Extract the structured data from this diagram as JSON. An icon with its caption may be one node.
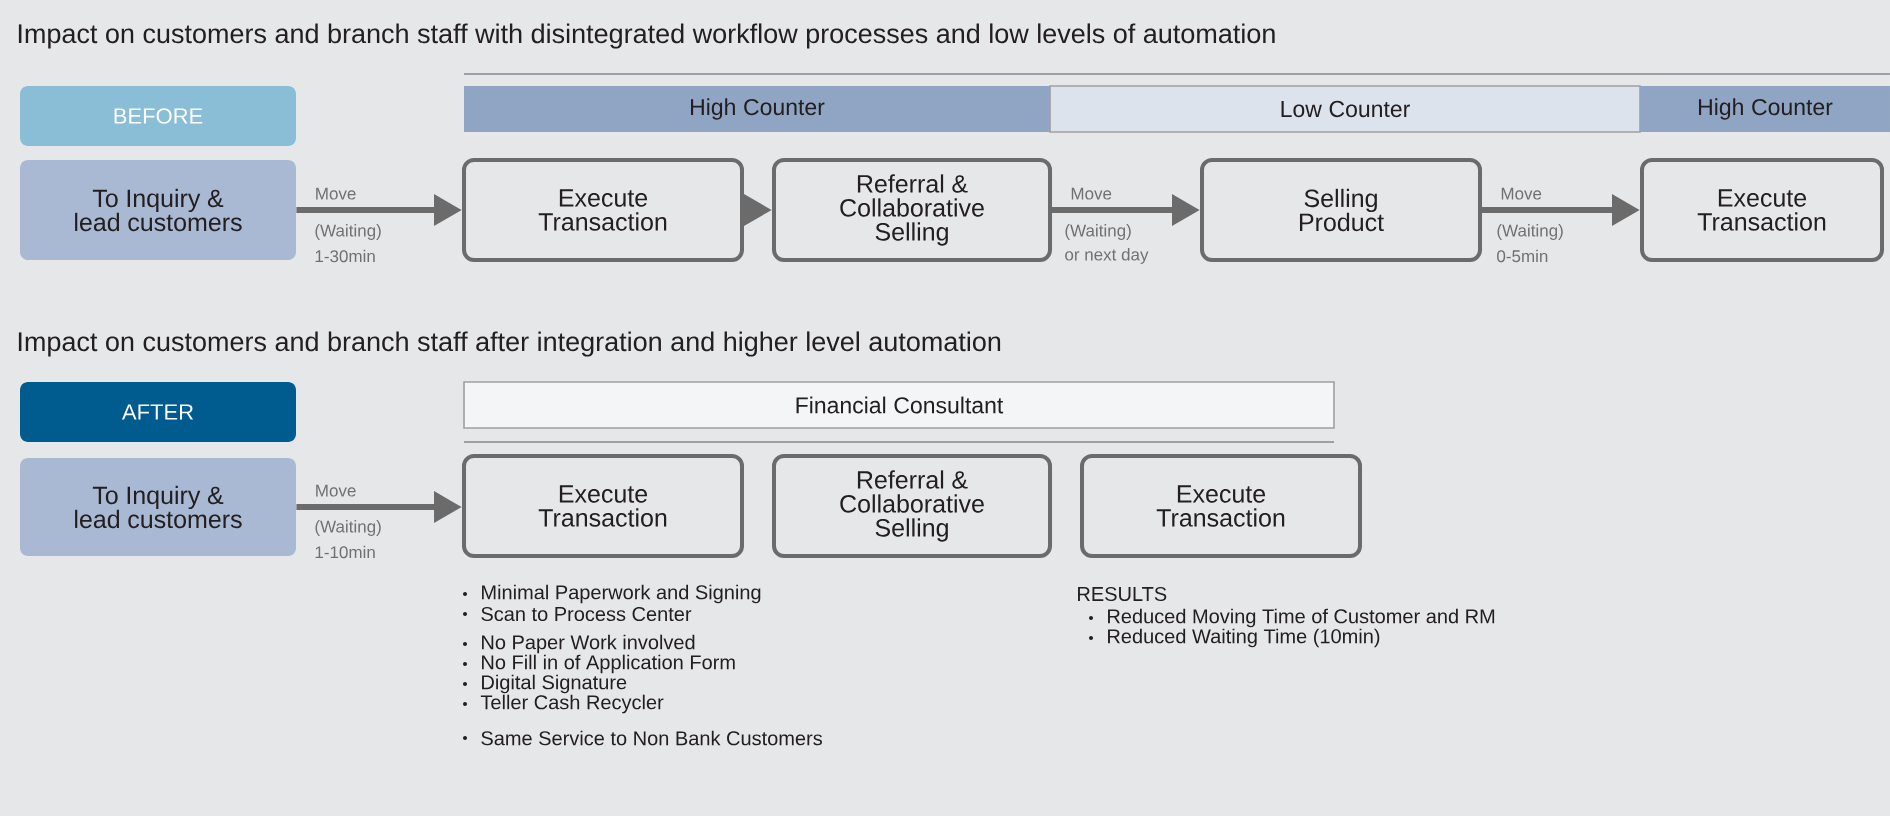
{
  "diagram": {
    "nodes": [
      {
        "text": [
          "BEFORE"
        ]
      },
      {
        "text": [
          "To Inquiry & lead customers"
        ]
      },
      {
        "text": [
          "High Counter"
        ]
      },
      {
        "text": [
          "Low Counter"
        ]
      },
      {
        "text": [
          "High Counter"
        ]
      },
      {
        "text": [
          "Execute Transaction"
        ]
      },
      {
        "text": [
          "Referral & Collaborative Selling"
        ]
      },
      {
        "text": [
          "Selling Product"
        ]
      },
      {
        "text": [
          "Execute Transaction"
        ]
      },
      {
        "text": [
          "AFTER"
        ]
      },
      {
        "text": [
          "To Inquiry & lead customers"
        ]
      },
      {
        "text": [
          "Financial Consultant"
        ]
      },
      {
        "text": [
          "Execute Transaction"
        ]
      },
      {
        "text": [
          "Referral & Collaborative Selling"
        ]
      },
      {
        "text": [
          "Execute Transaction"
        ]
      }
    ],
    "edges": [
      {
        "from": 1,
        "to": 5,
        "arrow": "to",
        "label": "Move"
      },
      {
        "from": 5,
        "to": 6,
        "arrow": "to"
      },
      {
        "from": 6,
        "to": 7,
        "arrow": "to",
        "label": "Move"
      },
      {
        "from": 7,
        "to": 8,
        "arrow": "to",
        "label": "Move"
      },
      {
        "from": 10,
        "to": 12,
        "arrow": "to",
        "label": "Move"
      }
    ],
    "labels": [
      "Impact on customers and branch staff with disintegrated workflow processes and low levels of automation",
      "(Waiting)",
      "1-30min",
      "(Waiting)",
      "or next day",
      "(Waiting)",
      "0-5min",
      "Impact on customers and branch staff after integration and higher level automation",
      "(Waiting)",
      "1-10min",
      "Minimal Paperwork and Signing",
      "Scan to Process Center",
      "No Paper Work involved",
      "No Fill in of Application Form",
      "Digital Signature",
      "Teller Cash Recycler",
      "Same Service to Non Bank Customers",
      "RESULTS",
      "Reduced Moving Time of Customer and RM",
      "Reduced Waiting Time (10min)"
    ]
  }
}
